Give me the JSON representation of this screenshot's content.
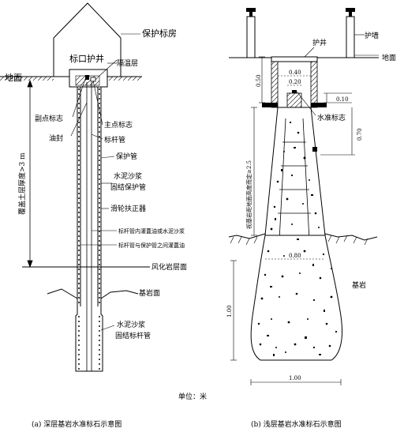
{
  "left_figure": {
    "caption": "(a) 深层基岩水准标石示意图",
    "labels": {
      "house": "保护标房",
      "well": "标口护井",
      "insulation": "隔温层",
      "ground": "地面",
      "aux_mark": "副点标志",
      "main_mark": "主点标志",
      "oil_seal": "油封",
      "rod_pipe": "标杆管",
      "protect_pipe": "保护管",
      "cover_thickness": "覆盖土层厚度>3 m",
      "cement_fix_protect_1": "水泥沙浆",
      "cement_fix_protect_2": "固结保护管",
      "pulley": "滑轮扶正器",
      "fill_inside": "标杆管内灌蓖油或水泥沙浆",
      "fill_between": "标杆管与保护管之间灌蓖油",
      "weathered": "风化岩层面",
      "bedrock_face": "基岩面",
      "cement_fix_rod_1": "水泥沙浆",
      "cement_fix_rod_2": "固结标杆管"
    }
  },
  "right_figure": {
    "caption": "(b) 浅层基岩水准标石示意图",
    "labels": {
      "well": "护井",
      "wall": "护墙",
      "ground": "地面",
      "level_mark": "水准标志",
      "depth_note": "视基岩距地面高度而定≥2.5",
      "bedrock": "基岩"
    },
    "dims": {
      "d050": "0.50",
      "d040": "0.40",
      "d020": "0.20",
      "d010": "0.10",
      "d070": "0.70",
      "d080": "0.80",
      "d100v": "1.00",
      "d100h": "1.00"
    }
  },
  "unit": "单位：米"
}
